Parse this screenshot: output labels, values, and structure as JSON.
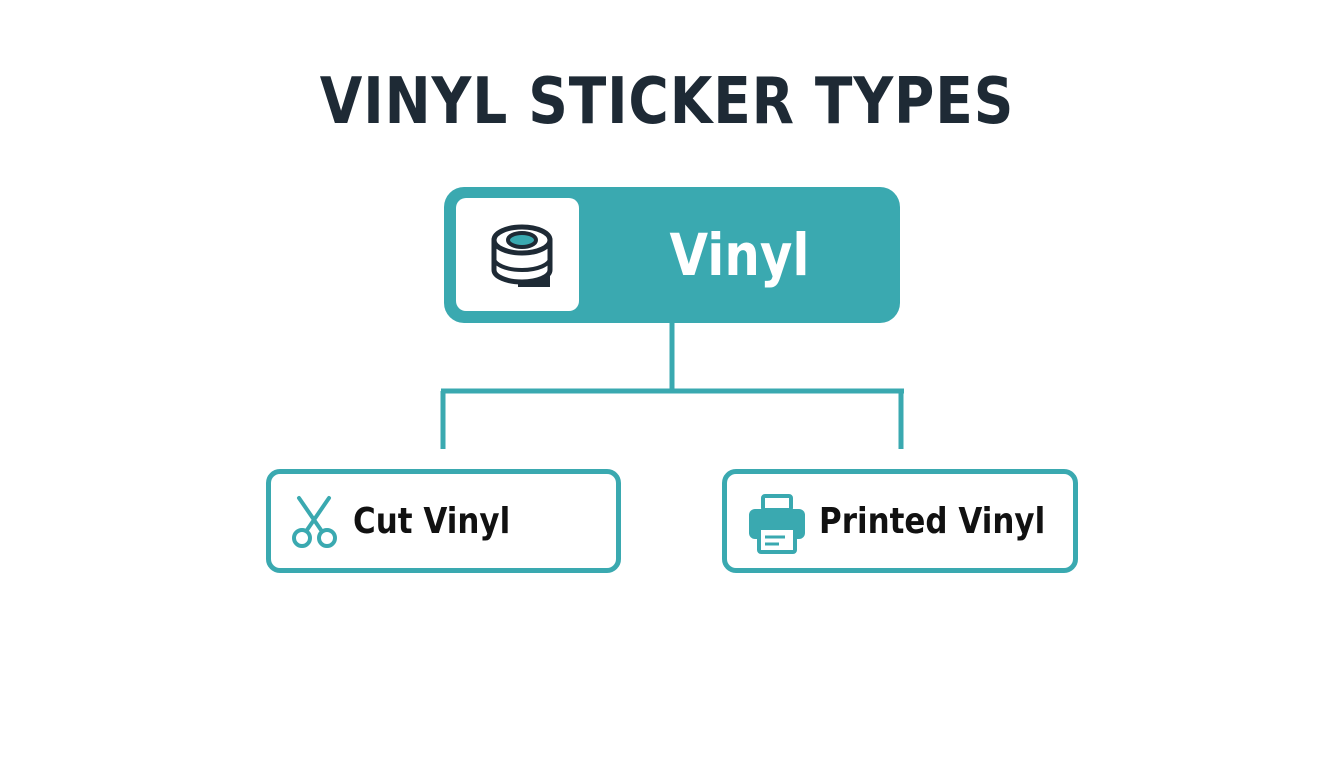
{
  "title": "VINYL STICKER TYPES",
  "root": {
    "label": "Vinyl",
    "icon": "tape-roll-icon"
  },
  "children": [
    {
      "label": "Cut Vinyl",
      "icon": "scissors-icon"
    },
    {
      "label": "Printed Vinyl",
      "icon": "printer-icon"
    }
  ],
  "colors": {
    "accent": "#3aa9b0",
    "title": "#1e2a35",
    "text": "#111111",
    "background": "#ffffff"
  }
}
